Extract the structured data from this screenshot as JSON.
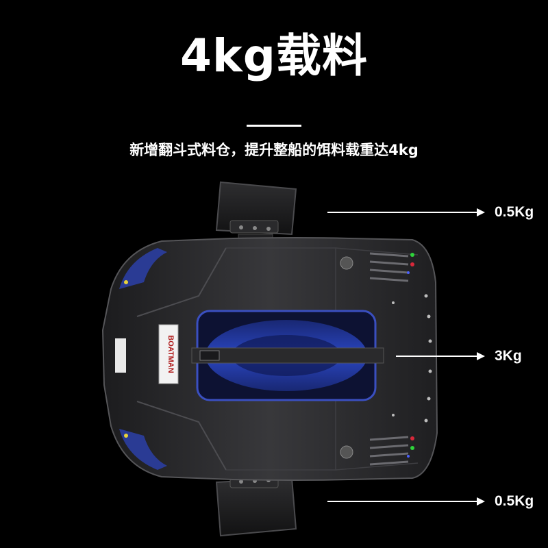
{
  "title": "4kg载料",
  "subtitle": "新增翻斗式料仓，提升整船的饵料载重达4kg",
  "boat": {
    "logo_text": "BOATMAN"
  },
  "callouts": [
    {
      "label": "0.5Kg"
    },
    {
      "label": "3Kg"
    },
    {
      "label": "0.5Kg"
    }
  ],
  "colors": {
    "background": "#000000",
    "text": "#ffffff",
    "hull": "#2a2a2c",
    "accent_blue": "#2b3fa8",
    "logo_red": "#b01a1a"
  }
}
